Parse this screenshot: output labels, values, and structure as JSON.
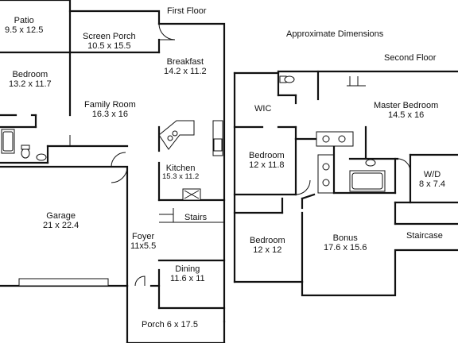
{
  "headings": {
    "first_floor": "First Floor",
    "approx": "Approximate Dimensions",
    "second_floor": "Second Floor"
  },
  "rooms": {
    "patio": {
      "name": "Patio",
      "dim": "9.5 x 12.5"
    },
    "screen_porch": {
      "name": "Screen Porch",
      "dim": "10.5 x 15.5"
    },
    "breakfast": {
      "name": "Breakfast",
      "dim": "14.2 x 11.2"
    },
    "bedroom1": {
      "name": "Bedroom",
      "dim": "13.2 x 11.7"
    },
    "family_room": {
      "name": "Family Room",
      "dim": "16.3 x 16"
    },
    "kitchen": {
      "name": "Kitchen",
      "dim": "15.3 x 11.2"
    },
    "stairs": {
      "name": "Stairs"
    },
    "garage": {
      "name": "Garage",
      "dim": "21 x 22.4"
    },
    "foyer": {
      "name": "Foyer",
      "dim": "11x5.5"
    },
    "dining": {
      "name": "Dining",
      "dim": "11.6 x 11"
    },
    "porch": {
      "name": "Porch 6 x 17.5"
    },
    "wic": {
      "name": "WIC"
    },
    "master_bedroom": {
      "name": "Master Bedroom",
      "dim": "14.5 x 16"
    },
    "bedroom2": {
      "name": "Bedroom",
      "dim": "12 x 11.8"
    },
    "wd": {
      "name": "W/D",
      "dim": "8 x 7.4"
    },
    "bedroom3": {
      "name": "Bedroom",
      "dim": "12 x 12"
    },
    "bonus": {
      "name": "Bonus",
      "dim": "17.6 x 15.6"
    },
    "staircase": {
      "name": "Staircase"
    }
  }
}
